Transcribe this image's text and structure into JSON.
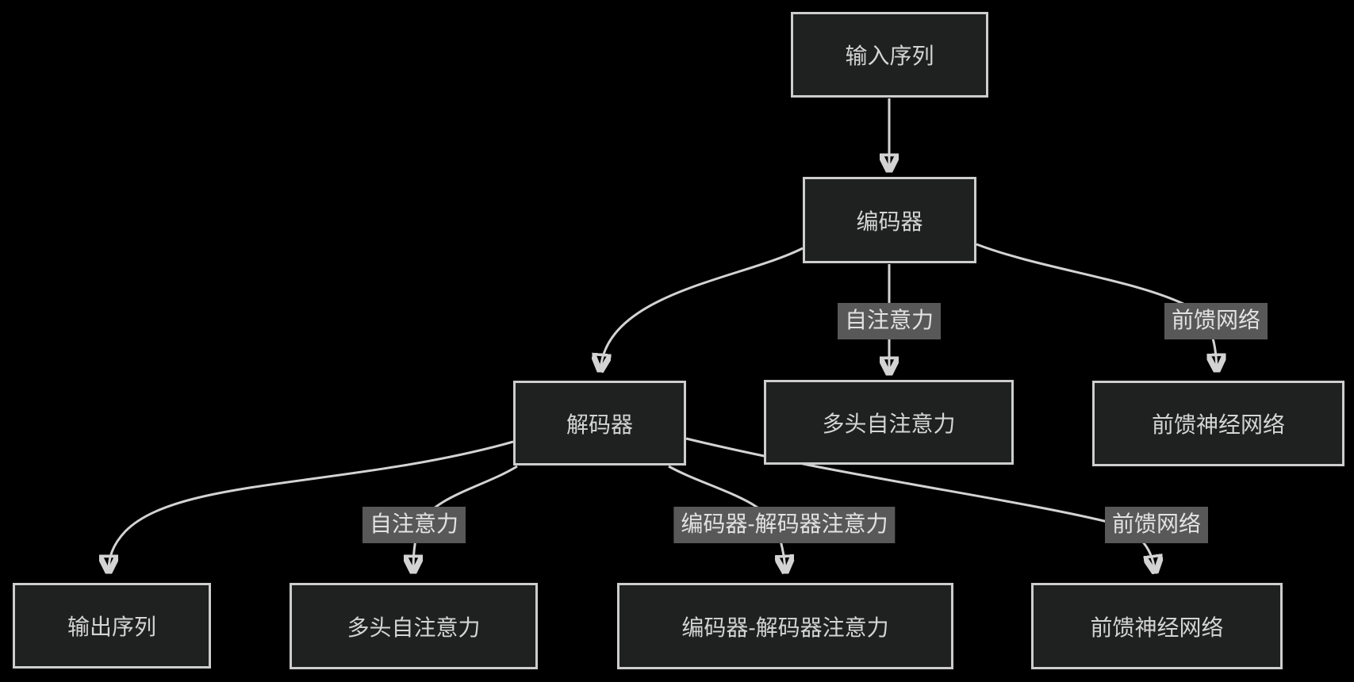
{
  "diagram": {
    "type": "flowchart",
    "theme": "dark",
    "nodes": {
      "input_sequence": {
        "label": "输入序列"
      },
      "encoder": {
        "label": "编码器"
      },
      "decoder": {
        "label": "解码器"
      },
      "encoder_multi_head_self_attention": {
        "label": "多头自注意力"
      },
      "encoder_feed_forward_network": {
        "label": "前馈神经网络"
      },
      "output_sequence": {
        "label": "输出序列"
      },
      "decoder_multi_head_self_attention": {
        "label": "多头自注意力"
      },
      "encoder_decoder_attention_node": {
        "label": "编码器-解码器注意力"
      },
      "decoder_feed_forward_network": {
        "label": "前馈神经网络"
      }
    },
    "edge_labels": {
      "encoder_self_attention": "自注意力",
      "encoder_feed_forward": "前馈网络",
      "decoder_self_attention": "自注意力",
      "decoder_enc_dec_attention": "编码器-解码器注意力",
      "decoder_feed_forward": "前馈网络"
    },
    "edges": [
      {
        "from": "输入序列",
        "to": "编码器",
        "label": ""
      },
      {
        "from": "编码器",
        "to": "解码器",
        "label": ""
      },
      {
        "from": "编码器",
        "to": "多头自注意力",
        "label": "自注意力"
      },
      {
        "from": "编码器",
        "to": "前馈神经网络",
        "label": "前馈网络"
      },
      {
        "from": "解码器",
        "to": "输出序列",
        "label": ""
      },
      {
        "from": "解码器",
        "to": "多头自注意力",
        "label": "自注意力"
      },
      {
        "from": "解码器",
        "to": "编码器-解码器注意力",
        "label": "编码器-解码器注意力"
      },
      {
        "from": "解码器",
        "to": "前馈神经网络",
        "label": "前馈网络"
      }
    ],
    "colors": {
      "background": "#000000",
      "node_fill": "#1f2020",
      "node_border": "#cdcdcd",
      "node_text": "#d4d4d4",
      "edge_line": "#d3d3d3",
      "edge_label_background": "#585858",
      "edge_label_text": "#e2e2e2"
    }
  }
}
